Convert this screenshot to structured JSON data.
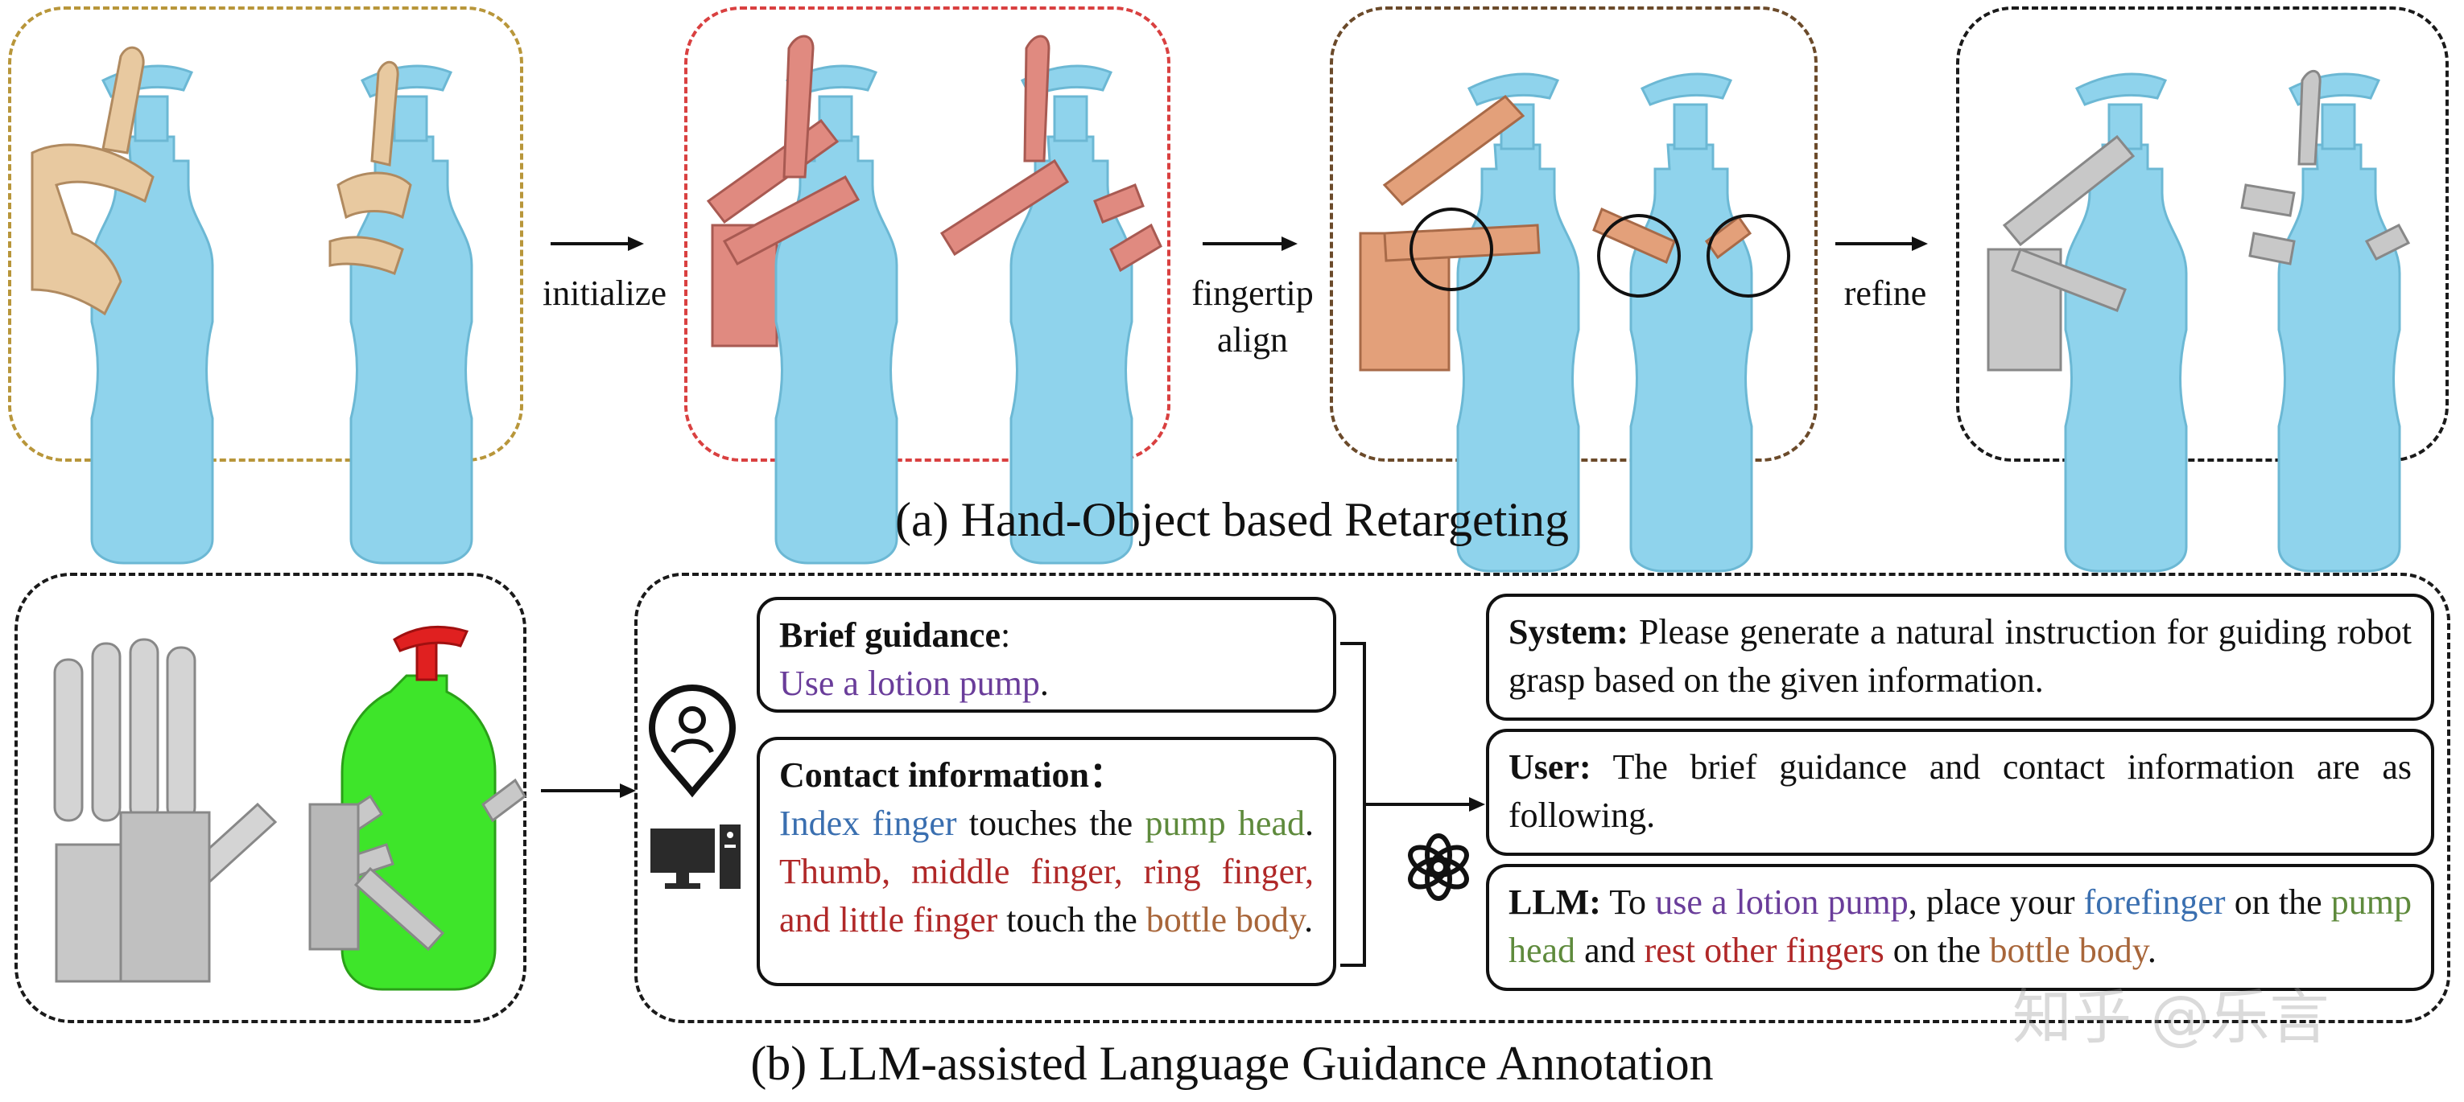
{
  "colors": {
    "panel_initial": "#b8963a",
    "panel_aligned": "#d94040",
    "panel_fingertip": "#6b4a2a",
    "panel_refined": "#1a1a1a",
    "bottle": "#8fd3ec",
    "human_hand": "#e8c9a0",
    "robot_hand_init": "#e08a80",
    "robot_hand_align": "#e3a07a",
    "robot_hand_refined": "#c8c8c8",
    "bottle_green": "#3ee52a",
    "pump_red": "#e02020",
    "purple": "#6a3d9a",
    "blue": "#3a6fb0",
    "green": "#5e8a3c",
    "red": "#b02828",
    "brown": "#a8663a"
  },
  "top": {
    "arrow1_label": "initialize",
    "arrow2_label_line1": "fingertip",
    "arrow2_label_line2": "align",
    "arrow3_label": "refine",
    "caption": "(a) Hand-Object based Retargeting"
  },
  "bottom": {
    "caption": "(b) LLM-assisted Language Guidance Annotation",
    "brief": {
      "title": "Brief guidance",
      "colon": ":",
      "text": "Use a lotion pump",
      "period": "."
    },
    "contact": {
      "title": "Contact information：",
      "seg1": "Index finger",
      "seg2": " touches the ",
      "seg3": "pump head",
      "seg4": ". ",
      "seg5": "Thumb, middle finger, ring finger, and little finger",
      "seg6": " touch the ",
      "seg7": "bottle body",
      "seg8": "."
    },
    "system": {
      "title": "System:",
      "text": " Please generate a natural instruction for guiding robot grasp based on the given information."
    },
    "user": {
      "title": "User:",
      "text": " The brief guidance and contact information are as following."
    },
    "llm": {
      "title": "LLM:",
      "seg1": " To ",
      "seg2": "use a lotion pump",
      "seg3": ", place your ",
      "seg4": "forefinger",
      "seg5": " on the ",
      "seg6": "pump head",
      "seg7": " and ",
      "seg8": "rest other fingers",
      "seg9": " on the ",
      "seg10": "bottle body",
      "seg11": "."
    },
    "icons": [
      "user-location-icon",
      "computer-icon",
      "openai-logo-icon"
    ]
  },
  "watermark": "知乎 @乐言"
}
